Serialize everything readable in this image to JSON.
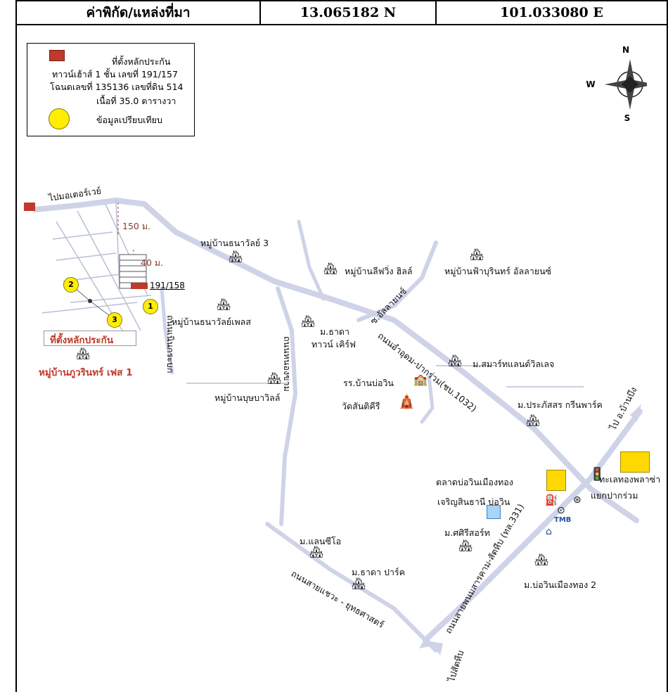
{
  "header": {
    "coord_label": "ค่าพิกัด/แหล่งที่มา",
    "latitude": "13.065182 N",
    "longitude": "101.033080 E"
  },
  "legend": {
    "collateral_label": "ที่ตั้งหลักประกัน",
    "collateral_detail_1": "ทาวน์เฮ้าส์ 1 ชั้น เลขที่ 191/157",
    "collateral_detail_2": "โฉนดเลขที่ 135136 เลขที่ดิน 514",
    "collateral_detail_3": "เนื้อที่ 35.0 ตารางวา",
    "comparable_label": "ข้อมูลเปรียบเทียบ",
    "colors": {
      "collateral": "#c0392b",
      "comparable": "#ffee00"
    }
  },
  "compass": {
    "n": "N",
    "s": "S",
    "e": "",
    "w": "W"
  },
  "labels": {
    "to_motorway": "ไปมอเตอร์เวย์",
    "dist_150": "150 ม.",
    "dist_40": "40 ม.",
    "lot_number": "191/158",
    "collateral_location": "ที่ตั้งหลักประกัน",
    "phuwarin_phase1": "หมู่บ้านภูวรินทร์ เฟส 1",
    "thanawan_3": "หมู่บ้านธนาวัลย์ 3",
    "thanawan_place": "หมู่บ้านธนาวัลย์เพลส",
    "buttsaba_ville": "หมู่บ้านบุษบาวิลล์",
    "leewing_hill": "หมู่บ้านลีฟวิ่ง ฮิลล์",
    "fahburin": "หมู่บ้านฟ้าบุรินทร์ อัลลายนซ์",
    "thada_townclif_1": "ม.ธาดา",
    "thada_townclif_2": "ทาวน์ เคิร์ฟ",
    "school": "รร.บ้านบ่อวิน",
    "temple": "วัดสันติคีรี",
    "smart_land": "ม.สมาร์ทแลนด์วิลเลจ",
    "prapatsorn": "ม.ประภัสสร กรีนพาร์ค",
    "market": "ตลาดบ่อวินเมืองทอง",
    "talaythong": "ทะเลทองพลาซ่า",
    "junction": "แยกปากร่วม",
    "charoen": "เจริญสินธานี บ่อวิน",
    "sirisort": "ม.ศศิรีสอร์ท",
    "lan_sea": "ม.แลนซีโอ",
    "thada_park": "ม.ธาดา ปาร์ค",
    "bowin_muangthong2": "ม.บ่อวินเมืองทอง 2",
    "road_ujjamrat": "ถนนอำอุดม-ปากร่วม(ชบ.1032)",
    "road_soi": "ซ.อัลลายนซ์",
    "road_nongkham": "ถนนหนองขาม",
    "road_main_local": "ถนนเนินกระบก",
    "road_highway331": "ถนนสายพนมสารคาม-สัตหีบ (ทล.331)",
    "road_saichaew": "ถนนสายแชวะ - ยุทธศาสตร์",
    "to_banbueng": "ไป อ.บ้านบึง",
    "to_sattahip": "ไปสัตหีบ",
    "tmb": "TMB"
  },
  "comparables": [
    "1",
    "2",
    "3"
  ]
}
